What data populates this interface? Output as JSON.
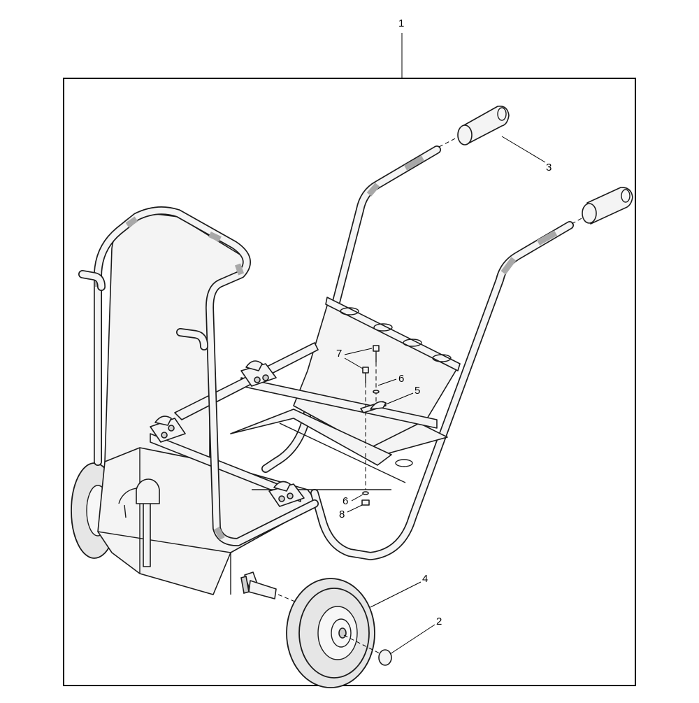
{
  "callouts": {
    "c1": "1",
    "c2": "2",
    "c3": "3",
    "c4": "4",
    "c5": "5",
    "c6a": "6",
    "c6b": "6",
    "c7": "7",
    "c8": "8"
  },
  "colors": {
    "line": "#1a1a1a",
    "fill": "#f4f4f4",
    "grip_cap": "#a8a8a8",
    "tire": "#e6e6e6"
  }
}
